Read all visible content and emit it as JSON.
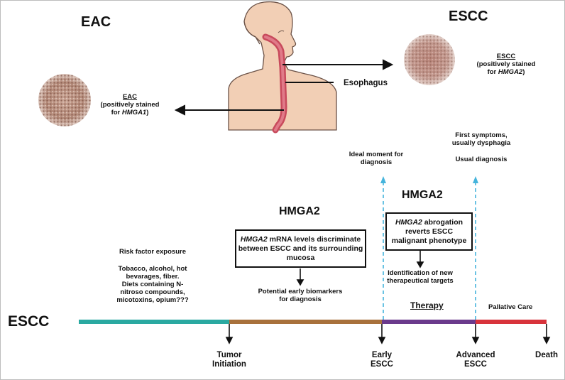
{
  "top": {
    "eac_title": "EAC",
    "escc_title": "ESCC",
    "esophagus_label": "Esophagus",
    "eac_caption": {
      "title": "EAC",
      "line1": "(positively stained",
      "line2_pre": "for ",
      "line2_gene": "HMGA1",
      "line2_post": ")"
    },
    "escc_caption": {
      "title": "ESCC",
      "line1": "(positively stained",
      "line2_pre": "for ",
      "line2_gene": "HMGA2",
      "line2_post": ")"
    }
  },
  "annotations": {
    "ideal_moment": [
      "Ideal moment for",
      "diagnosis"
    ],
    "first_symptoms": [
      "First symptoms,",
      "usually dysphagia"
    ],
    "usual_diagnosis": "Usual diagnosis"
  },
  "hmga2_left": {
    "title": "HMGA2",
    "box_gene": "HMGA2",
    "box_line1_rest": " mRNA levels discriminate",
    "box_line2": "between ESCC and its surrounding",
    "box_line3": "mucosa",
    "below": [
      "Potential early biomarkers",
      "for diagnosis"
    ]
  },
  "hmga2_right": {
    "title": "HMGA2",
    "box_gene": "HMGA2",
    "box_line1_rest": " abrogation",
    "box_line2": "reverts ESCC",
    "box_line3": "malignant phenotype",
    "below": [
      "Identification of new",
      "therapeutical targets"
    ],
    "therapy": "Therapy"
  },
  "risk": {
    "title": "Risk factor exposure",
    "lines": [
      "Tobacco, alcohol, hot",
      "bevarages, fiber.",
      "Diets containing N-",
      "nitroso compounds,",
      "micotoxins, opium???"
    ]
  },
  "timeline": {
    "label": "ESCC",
    "palliative": "Pallative Care",
    "stages": [
      {
        "lines": [
          "Tumor",
          "Initiation"
        ]
      },
      {
        "lines": [
          "Early",
          "ESCC"
        ]
      },
      {
        "lines": [
          "Advanced",
          "ESCC"
        ]
      },
      {
        "lines": [
          "Death"
        ]
      }
    ],
    "colors": {
      "seg1": "#2aa9a1",
      "seg2": "#a8713c",
      "seg3": "#6b3a8c",
      "seg4": "#d8333b",
      "dashed": "#45b4dc"
    }
  }
}
